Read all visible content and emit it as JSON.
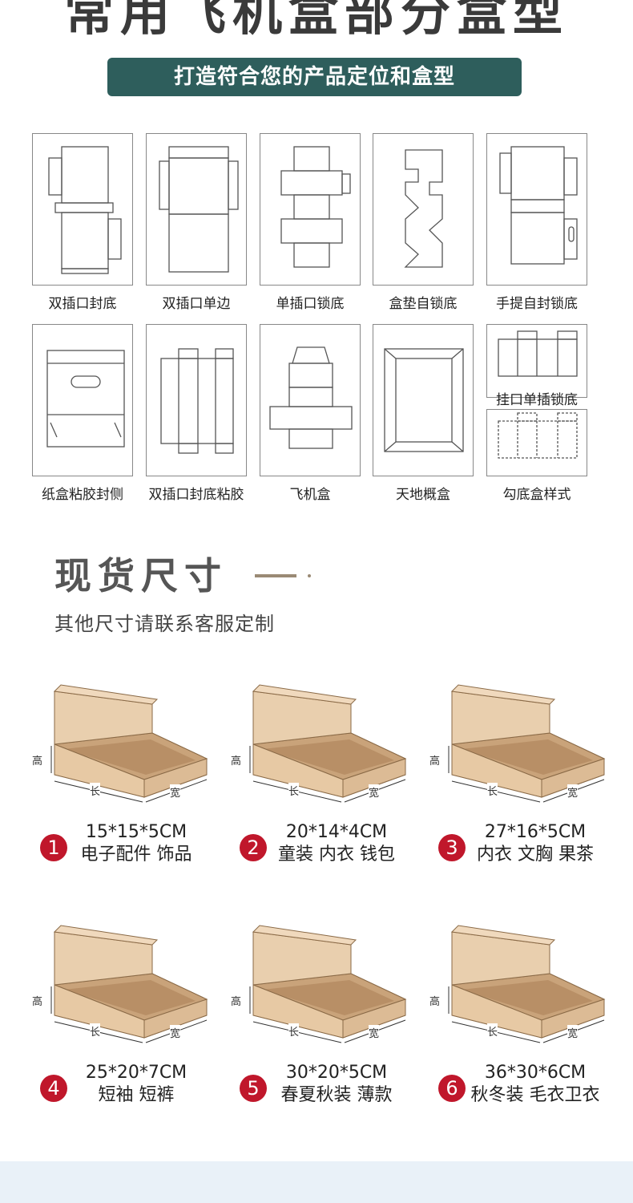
{
  "header": {
    "title": "常用飞机盒部分盒型",
    "subtitle": "打造符合您的产品定位和盒型"
  },
  "box_styles": [
    {
      "label": "双插口封底"
    },
    {
      "label": "双插口单边"
    },
    {
      "label": "单插口锁底"
    },
    {
      "label": "盒垫自锁底"
    },
    {
      "label": "手提自封锁底"
    },
    {
      "label": "纸盒粘胶封侧"
    },
    {
      "label": "双插口封底粘胶"
    },
    {
      "label": "飞机盒"
    },
    {
      "label": "天地概盒"
    },
    {
      "label": "挂口单插锁底"
    },
    {
      "label": "勾底盒样式"
    }
  ],
  "stock_section": {
    "title": "现货尺寸",
    "subtitle": "其他尺寸请联系客服定制"
  },
  "dimension_labels": {
    "height": "高",
    "length": "长",
    "width": "宽"
  },
  "sizes": [
    {
      "number": "1",
      "size": "15*15*5CM",
      "uses": "电子配件 饰品"
    },
    {
      "number": "2",
      "size": "20*14*4CM",
      "uses": "童装 内衣 钱包"
    },
    {
      "number": "3",
      "size": "27*16*5CM",
      "uses": "内衣 文胸 果茶"
    },
    {
      "number": "4",
      "size": "25*20*7CM",
      "uses": "短袖 短裤"
    },
    {
      "number": "5",
      "size": "30*20*5CM",
      "uses": "春夏秋装 薄款"
    },
    {
      "number": "6",
      "size": "36*30*6CM",
      "uses": "秋冬装 毛衣卫衣"
    }
  ],
  "colors": {
    "banner": "#2e5e5c",
    "badge": "#c0172b",
    "kraft": "#e7c9a4"
  }
}
